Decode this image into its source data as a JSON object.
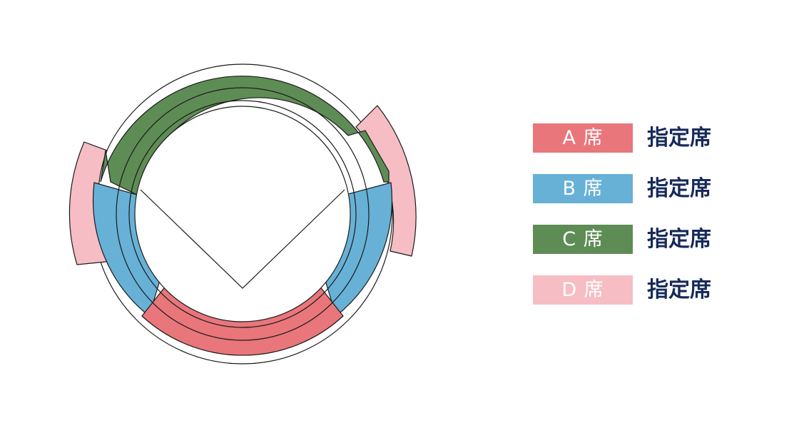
{
  "colors": {
    "a": "#e8767b",
    "b": "#67b1d6",
    "c": "#5e8c55",
    "d": "#f6bdc4",
    "outline": "#1a1a1a",
    "legend_text": "#172a5a"
  },
  "legend": [
    {
      "key": "a",
      "label": "A 席",
      "text": "指定席"
    },
    {
      "key": "b",
      "label": "B 席",
      "text": "指定席"
    },
    {
      "key": "c",
      "label": "C 席",
      "text": "指定席"
    },
    {
      "key": "d",
      "label": "D 席",
      "text": "指定席"
    }
  ]
}
